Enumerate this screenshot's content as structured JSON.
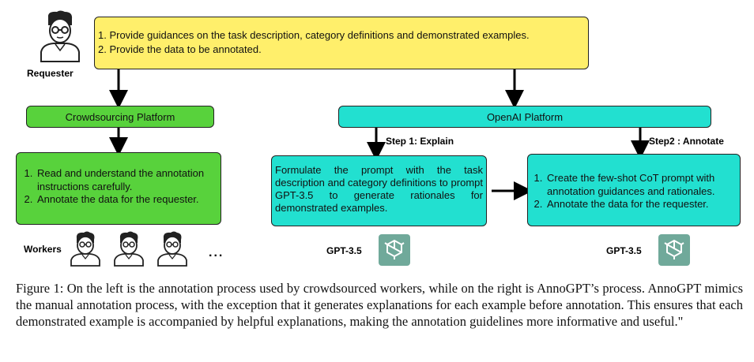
{
  "requester": {
    "label": "Requester"
  },
  "top_box": {
    "lines": [
      "1. Provide guidances on the task description, category  definitions and demonstrated examples.",
      "2. Provide the data to be annotated."
    ]
  },
  "crowd": {
    "platform_label": "Crowdsourcing Platform",
    "items": [
      "Read and understand the annotation instructions carefully.",
      "Annotate the data for the requester."
    ],
    "workers_label": "Workers",
    "ellipsis": "..."
  },
  "openai": {
    "platform_label": "OpenAI Platform",
    "step1_label": "Step 1: Explain",
    "step2_label": "Step2 : Annotate",
    "explain_text": "Formulate the prompt with the task description and category definitions to prompt GPT-3.5 to generate rationales for demonstrated examples.",
    "annotate_items": [
      "Create the few-shot CoT prompt with annotation guidances and rationales.",
      "Annotate the data for the requester."
    ],
    "gpt_label_left": "GPT-3.5",
    "gpt_label_right": "GPT-3.5"
  },
  "caption": "Figure 1: On the left is the annotation process used by crowdsourced workers, while on the right is AnnoGPT’s process. AnnoGPT mimics the manual annotation process, with the exception that it generates explanations for each example before annotation. This ensures that each demonstrated example is accompanied by helpful explanations, making the annotation guidelines more informative and useful.\"",
  "colors": {
    "yellow": "#ffef6b",
    "green": "#58d23c",
    "cyan": "#22e0d0",
    "gpt_logo": "#70a99a"
  },
  "icons": [
    "person-icon",
    "chatgpt-logo-icon"
  ]
}
